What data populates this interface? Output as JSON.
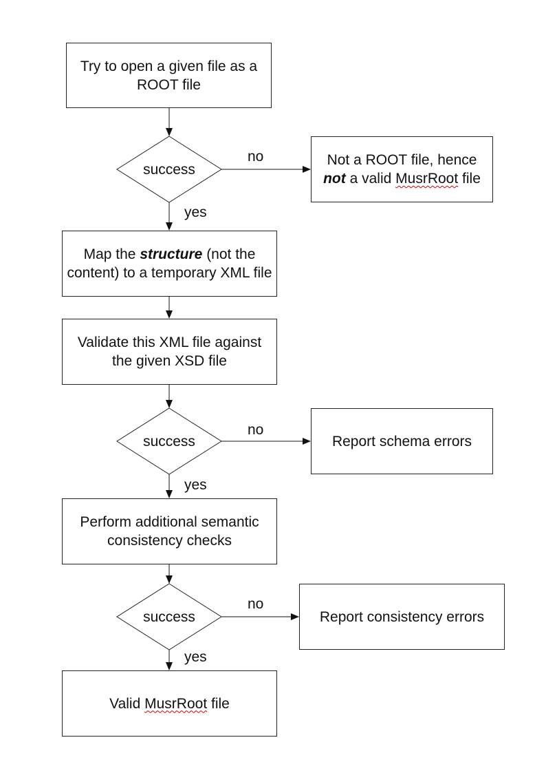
{
  "steps": {
    "open_root": "Try to open a given file as a ROOT file",
    "not_root_pre": "Not a ROOT file, hence",
    "not_root_emph": "not",
    "not_root_mid": "a valid",
    "not_root_word": "MusrRoot",
    "not_root_post": "file",
    "map_pre": "Map the",
    "map_emph": "structure",
    "map_post": "(not the content) to a temporary XML file",
    "validate": "Validate this XML file against the given XSD file",
    "schema_errors": "Report schema errors",
    "semantic": "Perform additional semantic consistency checks",
    "consistency_errors": "Report consistency errors",
    "valid_pre": "Valid",
    "valid_word": "MusrRoot",
    "valid_post": "file"
  },
  "decisions": {
    "d1": "success",
    "d2": "success",
    "d3": "success"
  },
  "edge_labels": {
    "no1": "no",
    "yes1": "yes",
    "no2": "no",
    "yes2": "yes",
    "no3": "no",
    "yes3": "yes"
  },
  "colors": {
    "stroke": "#222222",
    "spellcheck_underline": "#cc0000"
  }
}
